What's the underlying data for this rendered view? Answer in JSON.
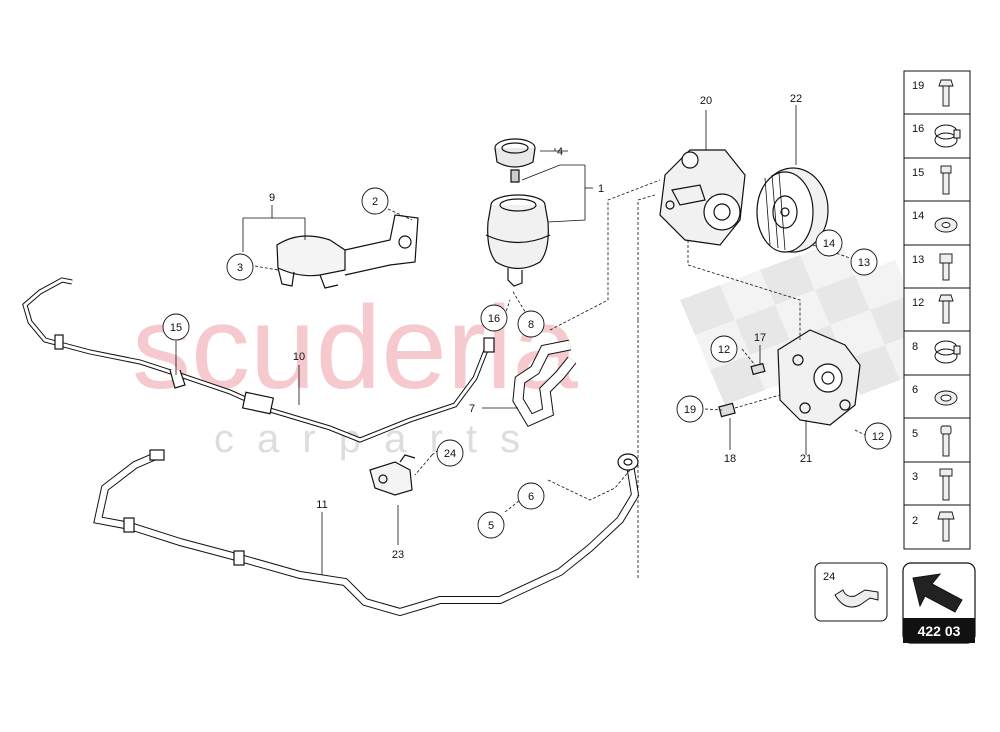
{
  "watermark": {
    "brand": "scuderia",
    "tagline": "c a r   p a r t s",
    "brand_color": "#f4b8be",
    "tagline_color": "#dddddd"
  },
  "diagram": {
    "page_code": "422 03",
    "line_color": "#111111",
    "callouts": [
      {
        "id": "c1",
        "text": "1",
        "circled": false
      },
      {
        "id": "c2",
        "text": "2",
        "circled": true
      },
      {
        "id": "c3",
        "text": "3",
        "circled": true
      },
      {
        "id": "c4",
        "text": "4",
        "circled": false
      },
      {
        "id": "c5",
        "text": "5",
        "circled": true
      },
      {
        "id": "c6",
        "text": "6",
        "circled": true
      },
      {
        "id": "c7",
        "text": "7",
        "circled": false
      },
      {
        "id": "c8",
        "text": "8",
        "circled": true
      },
      {
        "id": "c9",
        "text": "9",
        "circled": false
      },
      {
        "id": "c10",
        "text": "10",
        "circled": false
      },
      {
        "id": "c11",
        "text": "11",
        "circled": false
      },
      {
        "id": "c12a",
        "text": "12",
        "circled": true
      },
      {
        "id": "c12b",
        "text": "12",
        "circled": true
      },
      {
        "id": "c13",
        "text": "13",
        "circled": true
      },
      {
        "id": "c14",
        "text": "14",
        "circled": true
      },
      {
        "id": "c15",
        "text": "15",
        "circled": true
      },
      {
        "id": "c16",
        "text": "16",
        "circled": true
      },
      {
        "id": "c17",
        "text": "17",
        "circled": false
      },
      {
        "id": "c18",
        "text": "18",
        "circled": false
      },
      {
        "id": "c19",
        "text": "19",
        "circled": true
      },
      {
        "id": "c20",
        "text": "20",
        "circled": false
      },
      {
        "id": "c21",
        "text": "21",
        "circled": false
      },
      {
        "id": "c22",
        "text": "22",
        "circled": false
      },
      {
        "id": "c23",
        "text": "23",
        "circled": false
      },
      {
        "id": "c24",
        "text": "24",
        "circled": true
      }
    ],
    "legend": [
      {
        "number": "19",
        "part": "bolt-flange"
      },
      {
        "number": "16",
        "part": "hose-clamp"
      },
      {
        "number": "15",
        "part": "bolt-hex"
      },
      {
        "number": "14",
        "part": "washer"
      },
      {
        "number": "13",
        "part": "nut-bolt"
      },
      {
        "number": "12",
        "part": "bolt-flange"
      },
      {
        "number": "8",
        "part": "hose-clamp"
      },
      {
        "number": "6",
        "part": "washer"
      },
      {
        "number": "5",
        "part": "bolt-plain"
      },
      {
        "number": "3",
        "part": "bolt-long"
      },
      {
        "number": "2",
        "part": "bolt-flange"
      }
    ],
    "clip_box_number": "24"
  }
}
